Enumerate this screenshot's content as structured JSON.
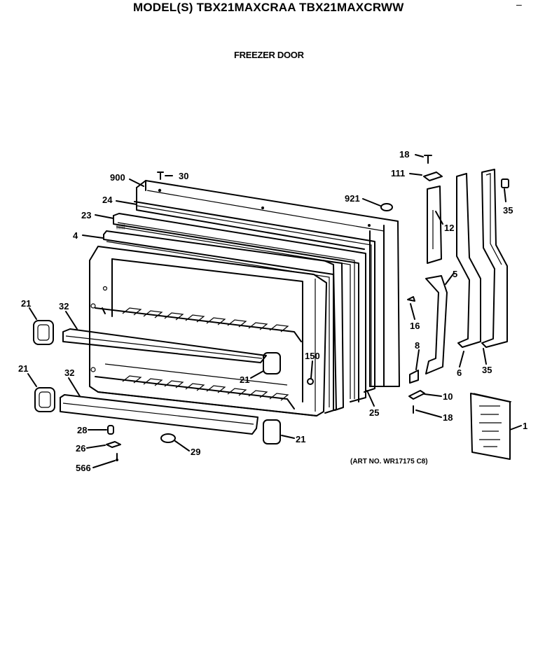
{
  "header": {
    "model_title": "MODEL(S) TBX21MAXCRAA  TBX21MAXCRWW",
    "section_title": "FREEZER DOOR",
    "corner_mark": "–"
  },
  "footer": {
    "art_number": "(ART NO. WR17175 C8)"
  },
  "callouts": [
    "18",
    "111",
    "900",
    "30",
    "921",
    "35",
    "24",
    "23",
    "12",
    "4",
    "5",
    "21",
    "32",
    "16",
    "150",
    "8",
    "21",
    "32",
    "21",
    "6",
    "35",
    "25",
    "10",
    "18",
    "1",
    "28",
    "21",
    "26",
    "29",
    "566"
  ]
}
